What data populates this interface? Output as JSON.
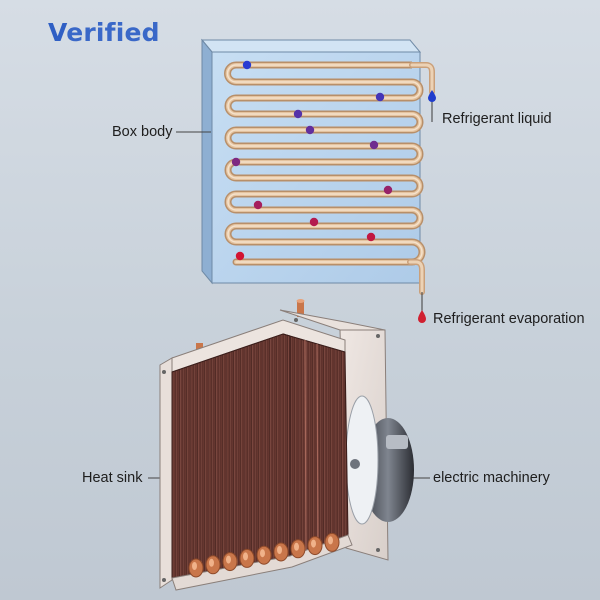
{
  "logo": {
    "first_letter": "V",
    "rest": "erified",
    "color": "#3a68c8"
  },
  "labels": {
    "box_body": "Box body",
    "refrigerant_liquid": "Refrigerant liquid",
    "refrigerant_evaporation": "Refrigerant evaporation",
    "heat_sink": "Heat sink",
    "electric_machinery": "electric machinery"
  },
  "colors": {
    "box_face": "#bcd6ee",
    "box_side": "#8fb0d3",
    "pipe": "#d9b48f",
    "fins": "#5a2f2a",
    "copper": "#c9764a",
    "flow_start": "#d01020",
    "flow_end": "#1f3ccc"
  },
  "icons": [
    "liquid-drop-blue-icon",
    "liquid-drop-red-icon",
    "fan-icon"
  ]
}
